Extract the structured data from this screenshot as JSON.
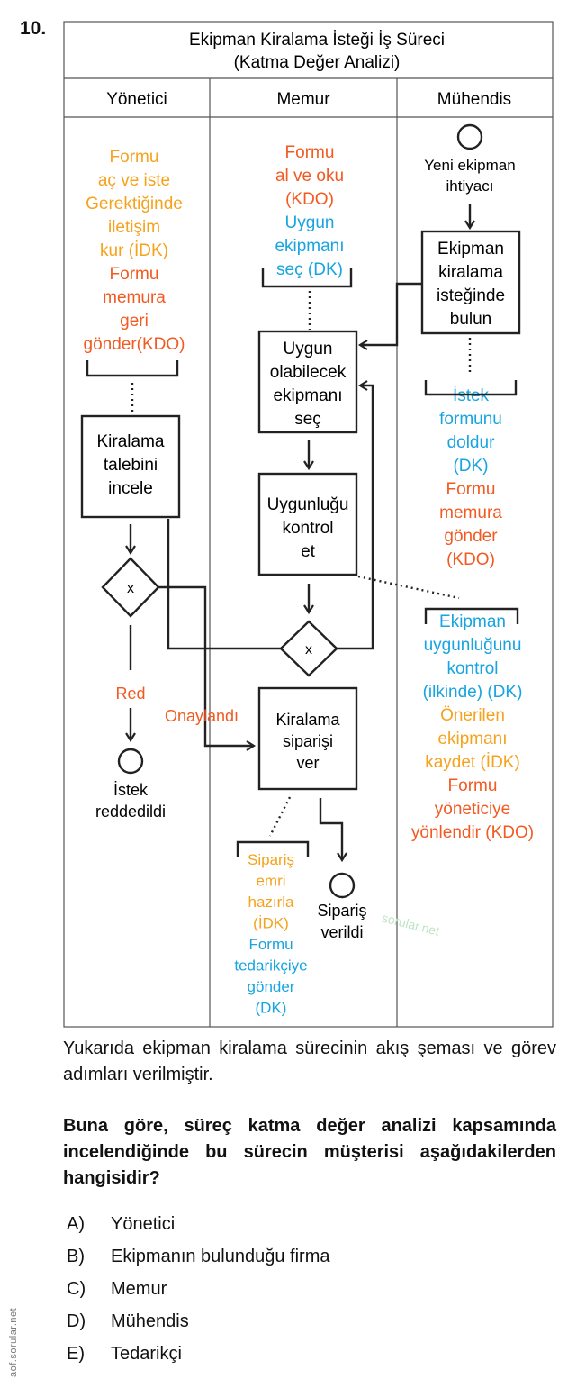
{
  "question_number": "10.",
  "diagram": {
    "title_line1": "Ekipman Kiralama İsteği İş Süreci",
    "title_line2": "(Katma Değer Analizi)",
    "lanes": [
      "Yönetici",
      "Memur",
      "Mühendis"
    ],
    "colors": {
      "orange": "#f25a21",
      "light_orange": "#f6a21d",
      "blue": "#17a4e0",
      "line": "#222222"
    },
    "yonetici_notes": [
      {
        "text": "Formu",
        "color": "#f6a21d"
      },
      {
        "text": "aç ve iste",
        "color": "#f6a21d"
      },
      {
        "text": "Gerektiğinde",
        "color": "#f6a21d"
      },
      {
        "text": "iletişim",
        "color": "#f6a21d"
      },
      {
        "text": "kur (İDK)",
        "color": "#f6a21d"
      },
      {
        "text": "Formu",
        "color": "#f25a21"
      },
      {
        "text": "memura",
        "color": "#f25a21"
      },
      {
        "text": "geri",
        "color": "#f25a21"
      },
      {
        "text": "gönder(KDO)",
        "color": "#f25a21"
      }
    ],
    "memur_notes": [
      {
        "text": "Formu",
        "color": "#f25a21"
      },
      {
        "text": "al ve oku",
        "color": "#f25a21"
      },
      {
        "text": "(KDO)",
        "color": "#f25a21"
      },
      {
        "text": "Uygun",
        "color": "#17a4e0"
      },
      {
        "text": "ekipmanı",
        "color": "#17a4e0"
      },
      {
        "text": "seç (DK)",
        "color": "#17a4e0"
      }
    ],
    "muhendis_notes_1": [
      {
        "text": "İstek",
        "color": "#17a4e0"
      },
      {
        "text": "formunu",
        "color": "#17a4e0"
      },
      {
        "text": "doldur",
        "color": "#17a4e0"
      },
      {
        "text": "(DK)",
        "color": "#17a4e0"
      },
      {
        "text": "Formu",
        "color": "#f25a21"
      },
      {
        "text": "memura",
        "color": "#f25a21"
      },
      {
        "text": "gönder",
        "color": "#f25a21"
      },
      {
        "text": "(KDO)",
        "color": "#f25a21"
      }
    ],
    "muhendis_notes_2": [
      {
        "text": "Ekipman",
        "color": "#17a4e0"
      },
      {
        "text": "uygunluğunu",
        "color": "#17a4e0"
      },
      {
        "text": "kontrol",
        "color": "#17a4e0"
      },
      {
        "text": "(ilkinde) (DK)",
        "color": "#17a4e0"
      },
      {
        "text": "Önerilen",
        "color": "#f6a21d"
      },
      {
        "text": "ekipmanı",
        "color": "#f6a21d"
      },
      {
        "text": "kaydet (İDK)",
        "color": "#f6a21d"
      },
      {
        "text": "Formu",
        "color": "#f25a21"
      },
      {
        "text": "yöneticiye",
        "color": "#f25a21"
      },
      {
        "text": "yönlendir (KDO)",
        "color": "#f25a21"
      }
    ],
    "siparis_notes": [
      {
        "text": "Sipariş",
        "color": "#f6a21d"
      },
      {
        "text": "emri",
        "color": "#f6a21d"
      },
      {
        "text": "hazırla",
        "color": "#f6a21d"
      },
      {
        "text": "(İDK)",
        "color": "#f6a21d"
      },
      {
        "text": "Formu",
        "color": "#17a4e0"
      },
      {
        "text": "tedarikçiye",
        "color": "#17a4e0"
      },
      {
        "text": "gönder",
        "color": "#17a4e0"
      },
      {
        "text": "(DK)",
        "color": "#17a4e0"
      }
    ],
    "box_kiralama_talebi": [
      "Kiralama",
      "talebini",
      "incele"
    ],
    "box_uygun_ekipman": [
      "Uygun",
      "olabilecek",
      "ekipmanı",
      "seç"
    ],
    "box_uygunlugu": [
      "Uygunluğu",
      "kontrol",
      "et"
    ],
    "box_ekipman_istek": [
      "Ekipman",
      "kiralama",
      "isteğinde",
      "bulun"
    ],
    "box_siparis": [
      "Kiralama",
      "siparişi",
      "ver"
    ],
    "start_event": [
      "Yeni ekipman",
      "ihtiyacı"
    ],
    "end_istek": [
      "İstek",
      "reddedildi"
    ],
    "end_siparis": [
      "Sipariş",
      "verildi"
    ],
    "gateway_symbol": "x",
    "label_red": "Red",
    "label_onay": "Onaylandı",
    "watermark": "sorular.net"
  },
  "question_text": "Yukarıda ekipman kiralama sürecinin akış şeması ve görev adımları verilmiştir.",
  "question_bold": "Buna göre, süreç katma değer analizi kapsamında incelendiğinde bu sürecin müşterisi aşağıdakilerden hangisidir?",
  "options": [
    {
      "letter": "A)",
      "text": "Yönetici"
    },
    {
      "letter": "B)",
      "text": "Ekipmanın bulunduğu firma"
    },
    {
      "letter": "C)",
      "text": "Memur"
    },
    {
      "letter": "D)",
      "text": "Mühendis"
    },
    {
      "letter": "E)",
      "text": "Tedarikçi"
    }
  ],
  "side_watermark": "aof.sorular.net"
}
